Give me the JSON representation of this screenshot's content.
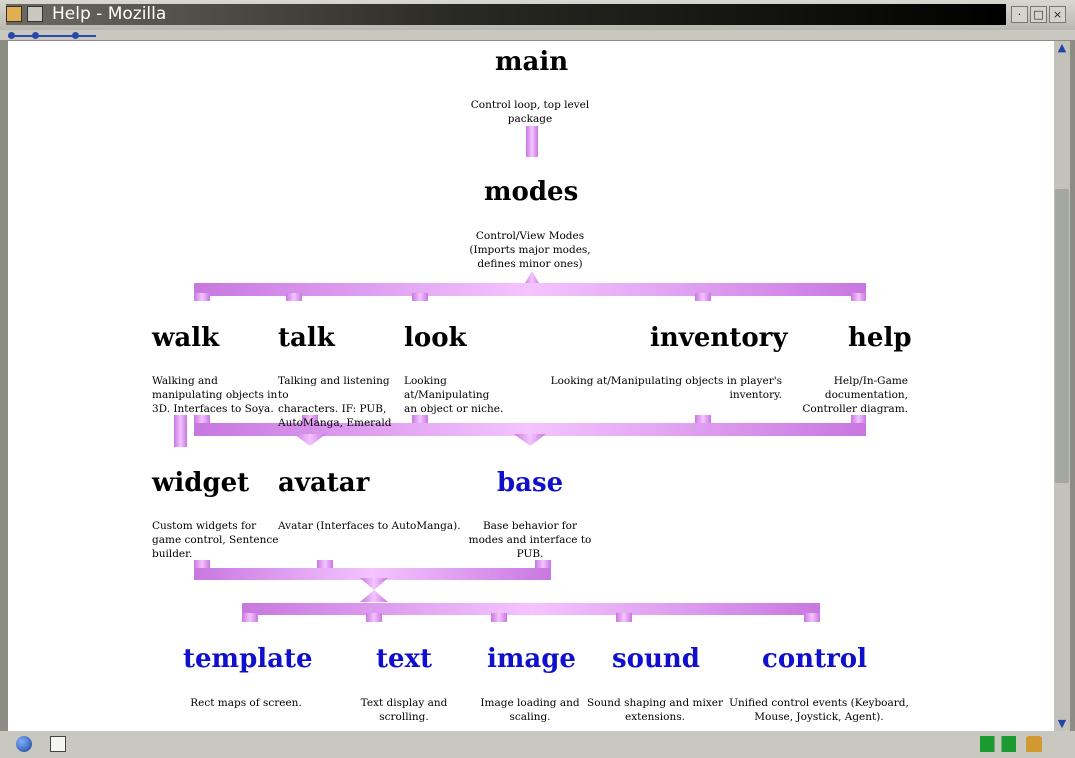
{
  "window": {
    "title": "Help - Mozilla"
  },
  "nodes": {
    "main": {
      "title": "main",
      "desc_lines": [
        "Control loop, top level",
        "package"
      ]
    },
    "modes": {
      "title": "modes",
      "desc_lines": [
        "Control/View Modes",
        "(Imports major modes,",
        "defines minor ones)"
      ]
    },
    "walk": {
      "title": "walk",
      "desc_lines": [
        "Walking and",
        "manipulating objects in",
        "3D. Interfaces to Soya."
      ]
    },
    "talk": {
      "title": "talk",
      "desc_lines": [
        "Talking and listening to",
        "characters. IF: PUB,",
        "AutoManga, Emerald"
      ]
    },
    "look": {
      "title": "look",
      "desc_lines": [
        "Looking at/Manipulating",
        "an object or niche."
      ]
    },
    "inventory": {
      "title": "inventory",
      "desc_lines": [
        "Looking at/Manipulating objects in player's",
        "inventory."
      ]
    },
    "help": {
      "title": "help",
      "desc_lines": [
        "Help/In-Game",
        "documentation,",
        "Controller diagram."
      ]
    },
    "widget": {
      "title": "widget",
      "desc_lines": [
        "Custom widgets for",
        "game control, Sentence",
        "builder."
      ]
    },
    "avatar": {
      "title": "avatar",
      "desc_lines": [
        "Avatar (Interfaces to AutoManga)."
      ]
    },
    "base": {
      "title": "base",
      "desc_lines": [
        "Base behavior for",
        "modes and interface to",
        "PUB."
      ]
    },
    "template": {
      "title": "template",
      "desc_lines": [
        "Rect maps of screen."
      ]
    },
    "text": {
      "title": "text",
      "desc_lines": [
        "Text display and",
        "scrolling."
      ]
    },
    "image": {
      "title": "image",
      "desc_lines": [
        "Image loading and",
        "scaling."
      ]
    },
    "sound": {
      "title": "sound",
      "desc_lines": [
        "Sound shaping and mixer",
        "extensions."
      ]
    },
    "control": {
      "title": "control",
      "desc_lines": [
        "Unified control events (Keyboard,",
        "Mouse, Joystick, Agent)."
      ]
    }
  },
  "colors": {
    "connector": "#dd88f0",
    "link": "#1010cc"
  }
}
